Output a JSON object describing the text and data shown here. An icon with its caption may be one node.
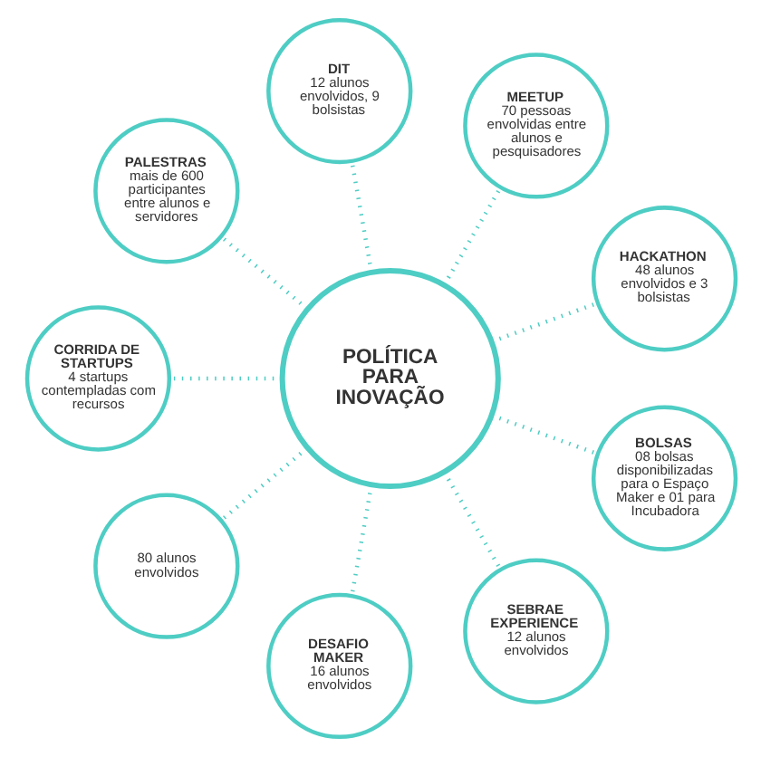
{
  "diagram": {
    "nodes": [
      {
        "text": [
          "POLÍTICA PARA INOVAÇÃO"
        ]
      },
      {
        "text": [
          "HACKATHON",
          "48 alunos envolvidos e 3 bolsistas"
        ]
      },
      {
        "text": [
          "MEETUP",
          "70 pessoas envolvidas entre alunos e pesquisadores"
        ]
      },
      {
        "text": [
          "DIT",
          "12 alunos envolvidos, 9 bolsistas"
        ]
      },
      {
        "text": [
          "PALESTRAS",
          "mais de 600 participantes entre alunos e servidores"
        ]
      },
      {
        "text": [
          "CORRIDA DE STARTUPS",
          "4 startups contempladas com recursos"
        ]
      },
      {
        "text": [
          "80 alunos envolvidos"
        ]
      },
      {
        "text": [
          "DESAFIO MAKER",
          "16 alunos envolvidos"
        ]
      },
      {
        "text": [
          "SEBRAE EXPERIENCE",
          "12 alunos envolvidos"
        ]
      },
      {
        "text": [
          "BOLSAS",
          "08 bolsas disponibilizadas para o Espaço Maker e 01 para Incubadora"
        ]
      }
    ],
    "edges": [
      {
        "from": 0,
        "to": 1,
        "arrow": "none",
        "style": "dashed"
      },
      {
        "from": 0,
        "to": 2,
        "arrow": "none",
        "style": "dashed"
      },
      {
        "from": 0,
        "to": 3,
        "arrow": "none",
        "style": "dashed"
      },
      {
        "from": 0,
        "to": 4,
        "arrow": "none",
        "style": "dashed"
      },
      {
        "from": 0,
        "to": 5,
        "arrow": "none",
        "style": "dashed"
      },
      {
        "from": 0,
        "to": 6,
        "arrow": "none",
        "style": "dashed"
      },
      {
        "from": 0,
        "to": 7,
        "arrow": "none",
        "style": "dashed"
      },
      {
        "from": 0,
        "to": 8,
        "arrow": "none",
        "style": "dashed"
      },
      {
        "from": 0,
        "to": 9,
        "arrow": "none",
        "style": "dashed"
      }
    ]
  }
}
